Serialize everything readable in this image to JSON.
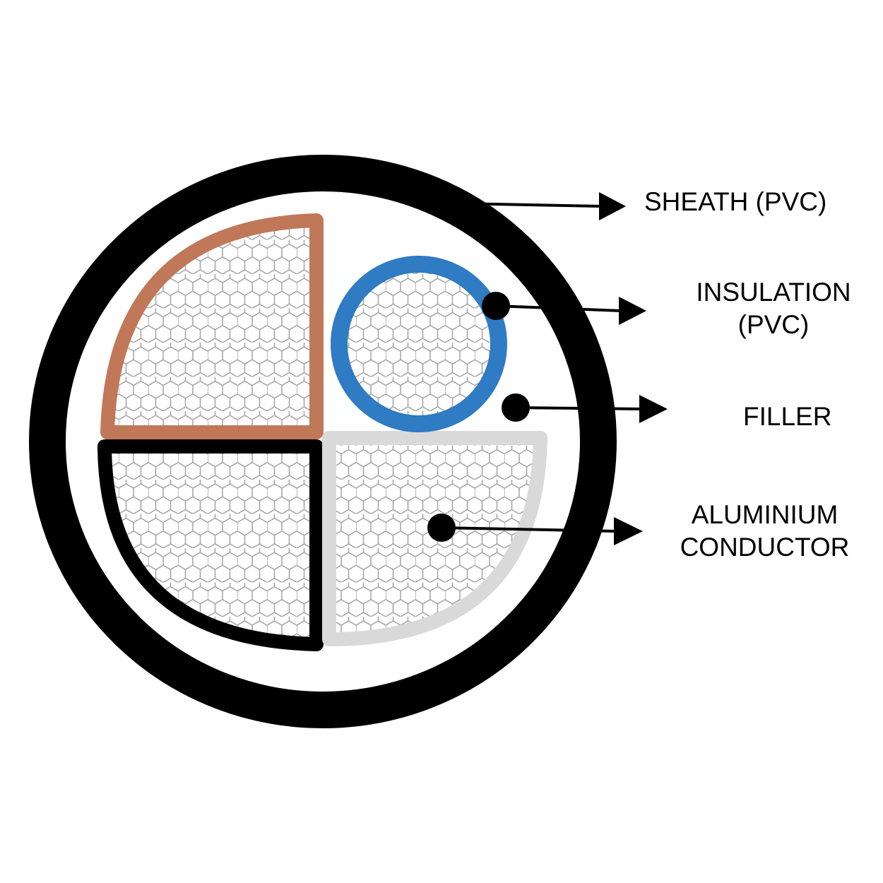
{
  "labels": {
    "sheath": "SHEATH (PVC)",
    "insulation_line1": "INSULATION",
    "insulation_line2": "(PVC)",
    "filler": "FILLER",
    "conductor_line1": "ALUMINIUM",
    "conductor_line2": "CONDUCTOR"
  },
  "colors": {
    "sheath": "#000000",
    "core_brown": "#c07858",
    "core_black": "#000000",
    "core_grey": "#d9d9d9",
    "core_blue": "#2f7bc4",
    "strand_mesh": "#a8a8a8"
  }
}
